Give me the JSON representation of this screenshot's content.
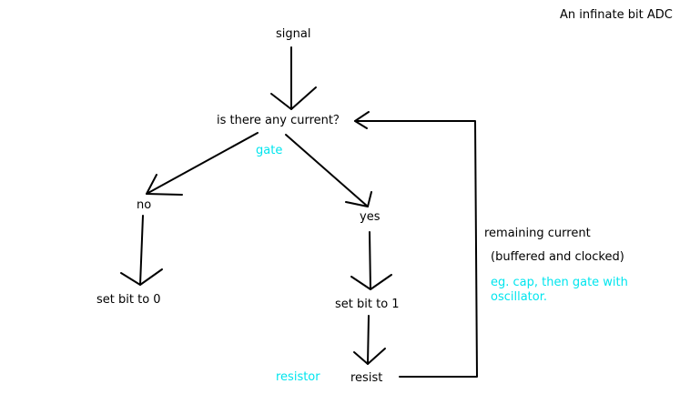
{
  "diagram": {
    "title": "An infinate bit ADC",
    "nodes": {
      "signal": "signal",
      "question": "is there any current？",
      "no": "no",
      "yes": "yes",
      "set_zero": "set bit to 0",
      "set_one": "set bit to 1",
      "resist": "resist",
      "remaining": "remaining current",
      "buffered": "(buffered and clocked)"
    },
    "notes": {
      "gate": "gate",
      "resistor": "resistor",
      "cap_line1": "eg. cap, then gate with",
      "cap_line2": "oscillator."
    },
    "colors": {
      "ink": "#000000",
      "note": "#00e5ee",
      "background": "#ffffff"
    }
  }
}
